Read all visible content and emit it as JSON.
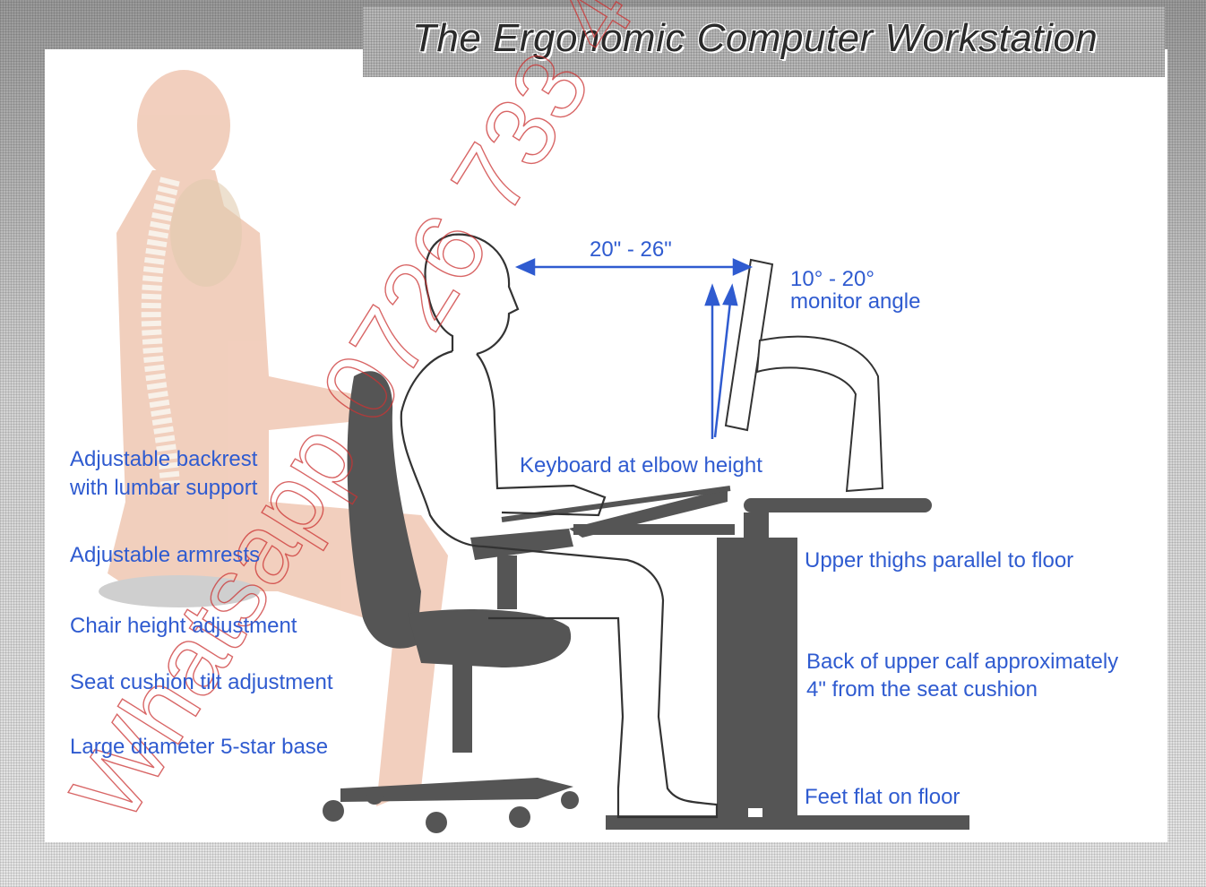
{
  "title": "The Ergonomic Computer Workstation",
  "watermark": "Whatsapp 0726 733 4",
  "colors": {
    "label_blue": "#2f5bd0",
    "furniture": "#555555",
    "spine_figure": "#e7a888",
    "watermark": "#cc3333"
  },
  "labels": {
    "viewing_distance": "20\" - 26\"",
    "monitor_angle_1": "10° - 20°",
    "monitor_angle_2": "monitor angle",
    "keyboard": "Keyboard at elbow height",
    "backrest_1": "Adjustable backrest",
    "backrest_2": "with lumbar support",
    "armrests": "Adjustable armrests",
    "chair_height": "Chair height adjustment",
    "seat_tilt": "Seat cushion tilt adjustment",
    "base": "Large diameter 5-star base",
    "thighs": "Upper thighs parallel to floor",
    "calf_1": "Back of upper calf approximately",
    "calf_2": "4\" from the seat cushion",
    "feet": "Feet flat on floor"
  }
}
